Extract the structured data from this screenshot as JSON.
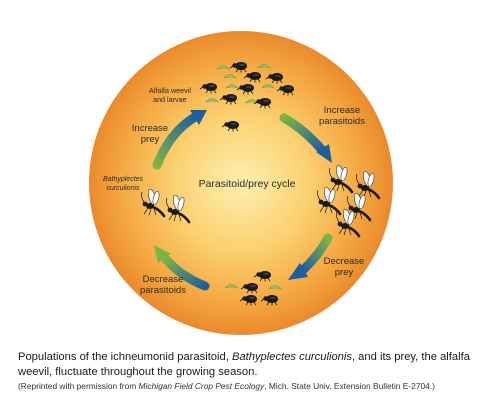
{
  "diagram": {
    "center_label": "Parasitoid/prey cycle",
    "nodes": {
      "weevil_label_line1": "Alfalfa weevil",
      "weevil_label_line2": "and larvae",
      "increase_prey_line1": "Increase",
      "increase_prey_line2": "prey",
      "increase_parasitoids_line1": "Increase",
      "increase_parasitoids_line2": "parasitoids",
      "bathyplectes_line1": "Bathyplectes",
      "bathyplectes_line2": "curculionis",
      "decrease_prey_line1": "Decrease",
      "decrease_prey_line2": "prey",
      "decrease_parasitoids_line1": "Decrease",
      "decrease_parasitoids_line2": "parasitoids"
    },
    "colors": {
      "circle_center": "#fde8a0",
      "circle_mid": "#f8b84a",
      "circle_edge": "#e8862a",
      "arrow_blue": "#1f5e9e",
      "arrow_green": "#7db444",
      "larva_green": "#8fc46b",
      "insect_dark": "#1a1a1a"
    }
  },
  "caption": {
    "text_before": "Populations of the ichneumonid parasitoid, ",
    "species": "Bathyplectes curculionis",
    "text_after": ", and its prey, the alfalfa weevil, fluctuate throughout the growing season.",
    "credit_before": "(Reprinted with permission from ",
    "credit_source": "Michigan Field Crop Pest Ecology",
    "credit_after": ", Mich. State Univ. Extension Bulletin E-2704.)"
  }
}
